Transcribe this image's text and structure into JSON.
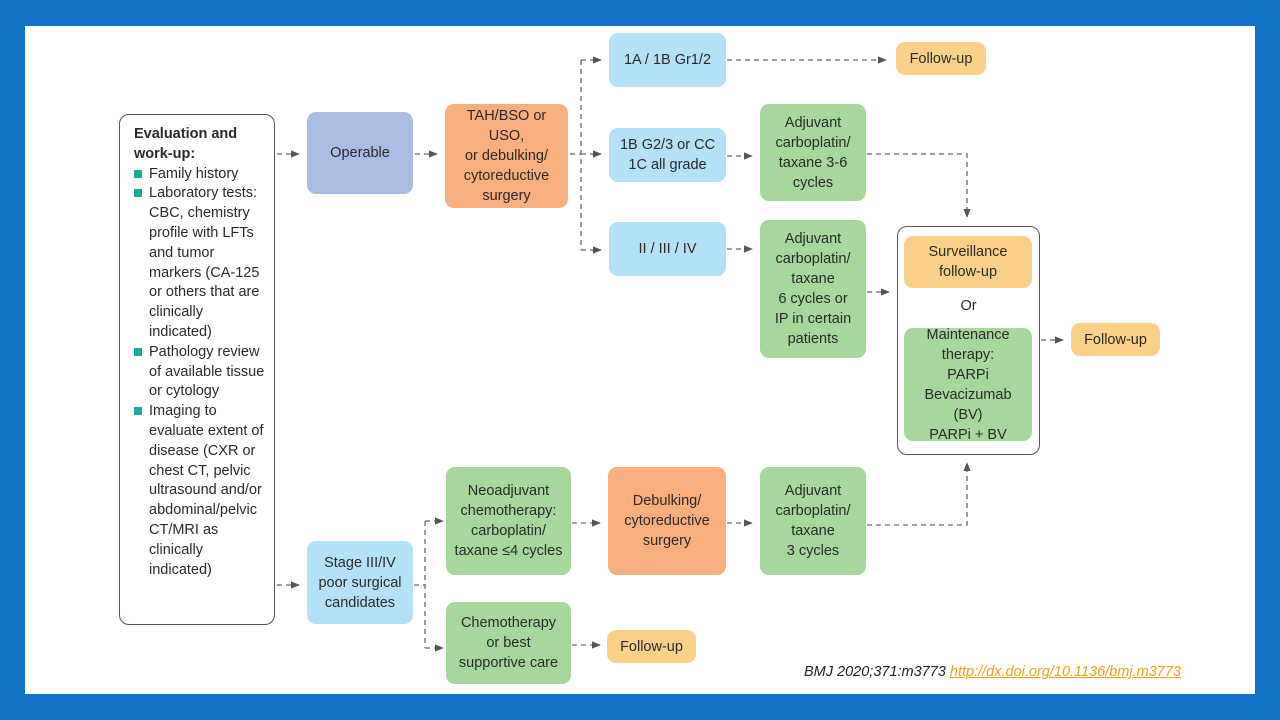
{
  "evaluation": {
    "title": "Evaluation and work-up:",
    "items": [
      "Family history",
      "Laboratory tests: CBC, chemistry profile with LFTs and tumor markers (CA-125 or others that are clinically indicated)",
      "Pathology review of available tissue or cytology",
      "Imaging to evaluate extent of disease (CXR or chest CT, pelvic ultrasound and/or abdominal/pelvic CT/MRI as clinically indicated)"
    ]
  },
  "nodes": {
    "operable": "Operable",
    "surgery": "TAH/BSO or USO,\nor debulking/\ncytoreductive\nsurgery",
    "stage_1a": "1A / 1B Gr1/2",
    "stage_1b": "1B G2/3 or CC\n1C all grade",
    "stage_2_4": "II / III / IV",
    "followup_top": "Follow-up",
    "adjuvant_3_6": "Adjuvant\ncarboplatin/\ntaxane 3-6\ncycles",
    "adjuvant_6": "Adjuvant\ncarboplatin/\ntaxane\n6 cycles or\nIP in certain\npatients",
    "surveillance": "Surveillance\nfollow-up",
    "or_label": "Or",
    "maintenance": "Maintenance\ntherapy:\nPARPi\nBevacizumab (BV)\nPARPi + BV",
    "followup_right": "Follow-up",
    "stage_poor": "Stage III/IV\npoor surgical\ncandidates",
    "neoadjuvant": "Neoadjuvant\nchemotherapy:\ncarboplatin/\ntaxane  ≤4 cycles",
    "debulking": "Debulking/\ncytoreductive\nsurgery",
    "adjuvant_3": "Adjuvant\ncarboplatin/\ntaxane\n3 cycles",
    "chemo_supportive": "Chemotherapy\nor best\nsupportive care",
    "followup_bottom": "Follow-up"
  },
  "citation": {
    "journal": "BMJ 2020;371:m3773",
    "link": "http://dx.doi.org/10.1136/bmj.m3773"
  },
  "colors": {
    "background_frame": "#1273c7",
    "operable": "#a9bde3",
    "surgery": "#f9ae7d",
    "stage": "#b3e1f8",
    "treatment": "#a6d79b",
    "followup": "#fbd18a",
    "bullet": "#1aa99b",
    "link": "#e8a317"
  }
}
